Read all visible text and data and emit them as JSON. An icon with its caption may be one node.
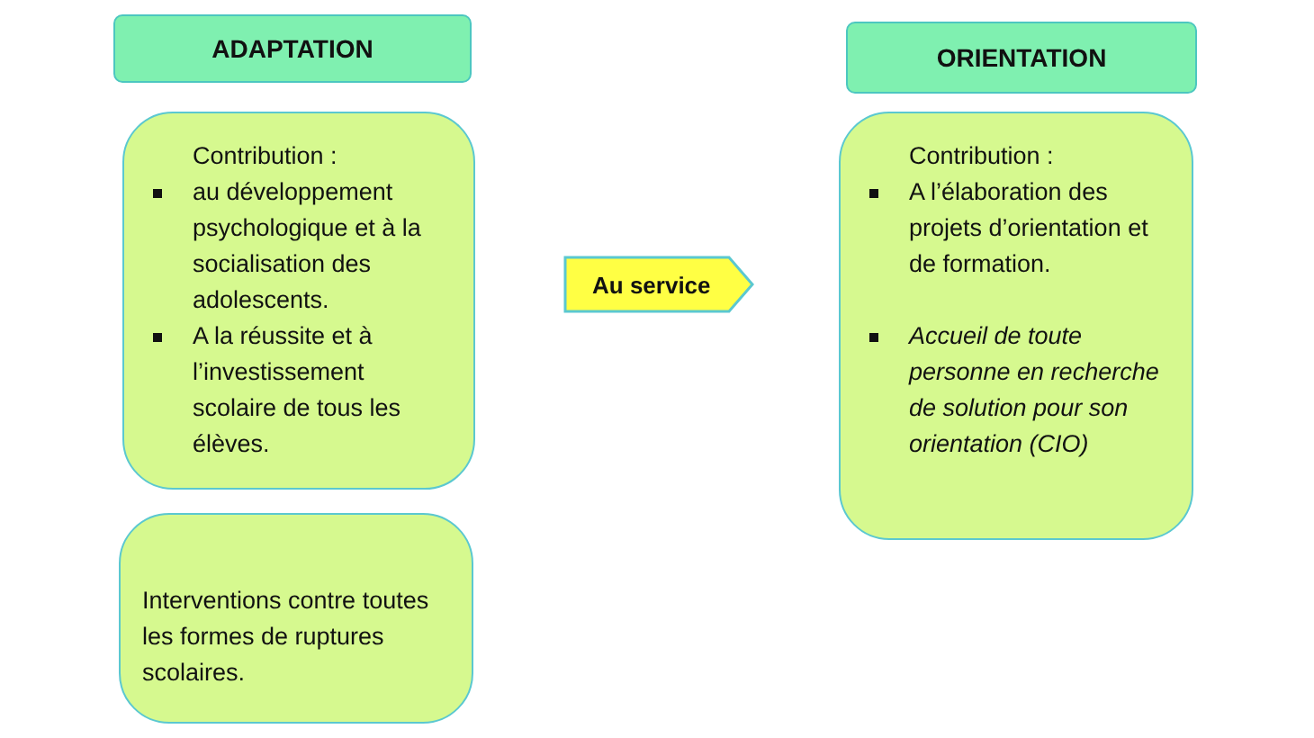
{
  "diagram": {
    "nodes": [
      {
        "text": [
          "ADAPTATION"
        ]
      },
      {
        "text": [
          "Contribution :",
          "au développement psychologique et à la socialisation des adolescents.",
          "A la réussite et à l’investissement scolaire de tous les élèves."
        ]
      },
      {
        "text": [
          "Interventions contre toutes les formes de ruptures scolaires."
        ]
      },
      {
        "text": [
          "Au service"
        ]
      },
      {
        "text": [
          "ORIENTATION"
        ]
      },
      {
        "text": [
          "Contribution :",
          "A l’élaboration des projets d’orientation et de formation.",
          "*Accueil de toute personne en recherche de solution pour son orientation (CIO)*"
        ]
      }
    ]
  }
}
